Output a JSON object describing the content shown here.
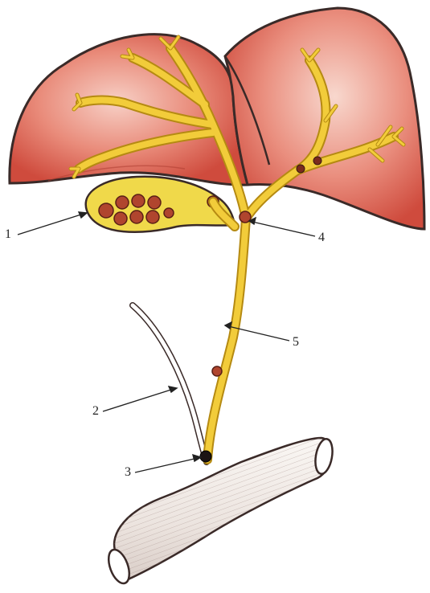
{
  "figure": {
    "labels": [
      "1",
      "2",
      "3",
      "4",
      "5"
    ],
    "colors": {
      "liver_fill": "#e07a6a",
      "liver_dark": "#c8473b",
      "liver_outline": "#3a2a28",
      "bile_duct": "#f2cc3a",
      "bile_duct_outline": "#b58a12",
      "gallbladder_fill": "#f0d94a",
      "stone": "#b0452e",
      "vessel": "#ffffff",
      "duodenum_fill": "#f3eeea",
      "duodenum_stroke": "#6a5552"
    }
  }
}
